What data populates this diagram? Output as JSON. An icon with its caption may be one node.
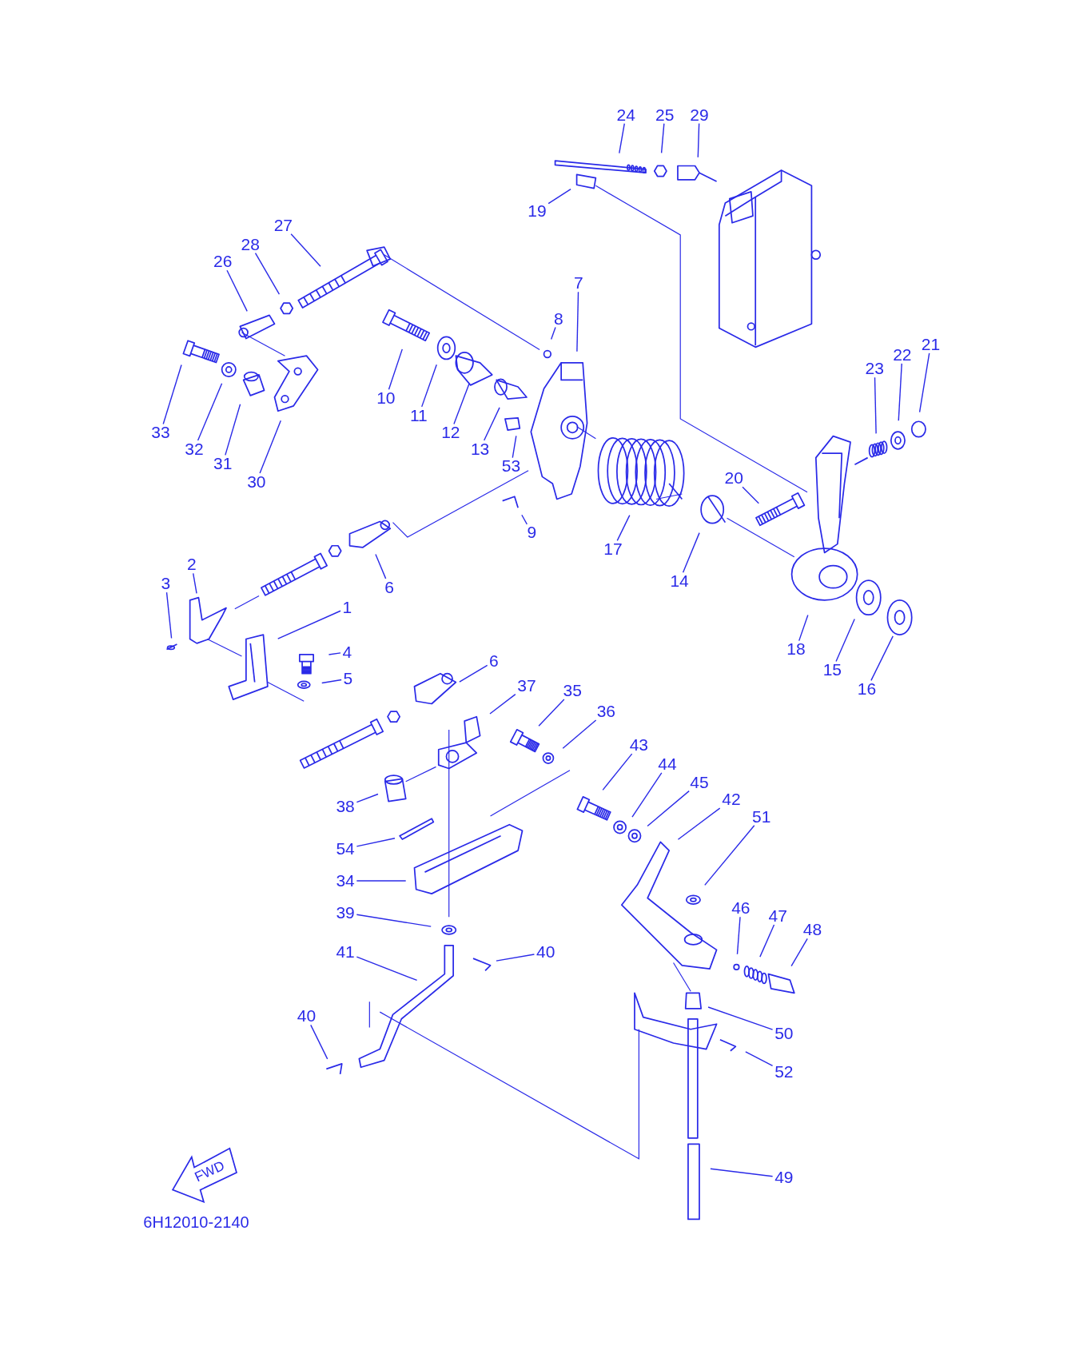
{
  "diagram": {
    "nodes": [
      {
        "text": [
          "24"
        ]
      },
      {
        "text": [
          "25"
        ]
      },
      {
        "text": [
          "29"
        ]
      },
      {
        "text": [
          "19"
        ]
      },
      {
        "text": [
          "27"
        ]
      },
      {
        "text": [
          "28"
        ]
      },
      {
        "text": [
          "26"
        ]
      },
      {
        "text": [
          "7"
        ]
      },
      {
        "text": [
          "8"
        ]
      },
      {
        "text": [
          "10"
        ]
      },
      {
        "text": [
          "11"
        ]
      },
      {
        "text": [
          "12"
        ]
      },
      {
        "text": [
          "13"
        ]
      },
      {
        "text": [
          "53"
        ]
      },
      {
        "text": [
          "33"
        ]
      },
      {
        "text": [
          "32"
        ]
      },
      {
        "text": [
          "31"
        ]
      },
      {
        "text": [
          "30"
        ]
      },
      {
        "text": [
          "23"
        ]
      },
      {
        "text": [
          "22"
        ]
      },
      {
        "text": [
          "21"
        ]
      },
      {
        "text": [
          "20"
        ]
      },
      {
        "text": [
          "9"
        ]
      },
      {
        "text": [
          "17"
        ]
      },
      {
        "text": [
          "14"
        ]
      },
      {
        "text": [
          "6"
        ]
      },
      {
        "text": [
          "2"
        ]
      },
      {
        "text": [
          "3"
        ]
      },
      {
        "text": [
          "1"
        ]
      },
      {
        "text": [
          "4"
        ]
      },
      {
        "text": [
          "5"
        ]
      },
      {
        "text": [
          "18"
        ]
      },
      {
        "text": [
          "15"
        ]
      },
      {
        "text": [
          "16"
        ]
      },
      {
        "text": [
          "6"
        ]
      },
      {
        "text": [
          "37"
        ]
      },
      {
        "text": [
          "35"
        ]
      },
      {
        "text": [
          "36"
        ]
      },
      {
        "text": [
          "43"
        ]
      },
      {
        "text": [
          "44"
        ]
      },
      {
        "text": [
          "45"
        ]
      },
      {
        "text": [
          "42"
        ]
      },
      {
        "text": [
          "51"
        ]
      },
      {
        "text": [
          "38"
        ]
      },
      {
        "text": [
          "54"
        ]
      },
      {
        "text": [
          "34"
        ]
      },
      {
        "text": [
          "39"
        ]
      },
      {
        "text": [
          "46"
        ]
      },
      {
        "text": [
          "47"
        ]
      },
      {
        "text": [
          "48"
        ]
      },
      {
        "text": [
          "41"
        ]
      },
      {
        "text": [
          "40"
        ]
      },
      {
        "text": [
          "40"
        ]
      },
      {
        "text": [
          "50"
        ]
      },
      {
        "text": [
          "52"
        ]
      },
      {
        "text": [
          "49"
        ]
      }
    ],
    "edges": [
      {
        "from": 0,
        "to": null,
        "arrow": "none"
      },
      {
        "from": 1,
        "to": null,
        "arrow": "none"
      },
      {
        "from": 2,
        "to": null,
        "arrow": "none"
      },
      {
        "from": 3,
        "to": null,
        "arrow": "none"
      },
      {
        "from": 4,
        "to": null,
        "arrow": "none"
      },
      {
        "from": 5,
        "to": null,
        "arrow": "none"
      },
      {
        "from": 6,
        "to": null,
        "arrow": "none"
      },
      {
        "from": 7,
        "to": null,
        "arrow": "none"
      },
      {
        "from": 8,
        "to": null,
        "arrow": "none"
      },
      {
        "from": 9,
        "to": null,
        "arrow": "none"
      },
      {
        "from": 10,
        "to": null,
        "arrow": "none"
      },
      {
        "from": 11,
        "to": null,
        "arrow": "none"
      },
      {
        "from": 12,
        "to": null,
        "arrow": "none"
      },
      {
        "from": 13,
        "to": null,
        "arrow": "none"
      },
      {
        "from": 14,
        "to": null,
        "arrow": "none"
      },
      {
        "from": 15,
        "to": null,
        "arrow": "none"
      },
      {
        "from": 16,
        "to": null,
        "arrow": "none"
      },
      {
        "from": 17,
        "to": null,
        "arrow": "none"
      },
      {
        "from": 18,
        "to": null,
        "arrow": "none"
      },
      {
        "from": 19,
        "to": null,
        "arrow": "none"
      },
      {
        "from": 20,
        "to": null,
        "arrow": "none"
      },
      {
        "from": 21,
        "to": null,
        "arrow": "none"
      },
      {
        "from": 22,
        "to": null,
        "arrow": "none"
      },
      {
        "from": 23,
        "to": null,
        "arrow": "none"
      },
      {
        "from": 24,
        "to": null,
        "arrow": "none"
      },
      {
        "from": 25,
        "to": null,
        "arrow": "none"
      },
      {
        "from": 26,
        "to": null,
        "arrow": "none"
      },
      {
        "from": 27,
        "to": null,
        "arrow": "none"
      },
      {
        "from": 28,
        "to": null,
        "arrow": "none"
      },
      {
        "from": 29,
        "to": null,
        "arrow": "none"
      },
      {
        "from": 30,
        "to": null,
        "arrow": "none"
      },
      {
        "from": 31,
        "to": null,
        "arrow": "none"
      },
      {
        "from": 32,
        "to": null,
        "arrow": "none"
      },
      {
        "from": 33,
        "to": null,
        "arrow": "none"
      },
      {
        "from": 34,
        "to": null,
        "arrow": "none"
      },
      {
        "from": 35,
        "to": null,
        "arrow": "none"
      },
      {
        "from": 36,
        "to": null,
        "arrow": "none"
      },
      {
        "from": 37,
        "to": null,
        "arrow": "none"
      },
      {
        "from": 38,
        "to": null,
        "arrow": "none"
      },
      {
        "from": 39,
        "to": null,
        "arrow": "none"
      },
      {
        "from": 40,
        "to": null,
        "arrow": "none"
      },
      {
        "from": 41,
        "to": null,
        "arrow": "none"
      },
      {
        "from": 42,
        "to": null,
        "arrow": "none"
      },
      {
        "from": 43,
        "to": null,
        "arrow": "none"
      },
      {
        "from": 44,
        "to": null,
        "arrow": "none"
      },
      {
        "from": 45,
        "to": null,
        "arrow": "none"
      },
      {
        "from": 46,
        "to": null,
        "arrow": "none"
      },
      {
        "from": 47,
        "to": null,
        "arrow": "none"
      },
      {
        "from": 48,
        "to": null,
        "arrow": "none"
      },
      {
        "from": 49,
        "to": null,
        "arrow": "none"
      },
      {
        "from": 50,
        "to": null,
        "arrow": "none"
      },
      {
        "from": 51,
        "to": null,
        "arrow": "none"
      },
      {
        "from": 52,
        "to": null,
        "arrow": "none"
      },
      {
        "from": 53,
        "to": null,
        "arrow": "none"
      },
      {
        "from": 54,
        "to": null,
        "arrow": "none"
      },
      {
        "from": 55,
        "to": null,
        "arrow": "none"
      }
    ],
    "labels": [
      "FWD",
      "6H12010-2140"
    ]
  }
}
